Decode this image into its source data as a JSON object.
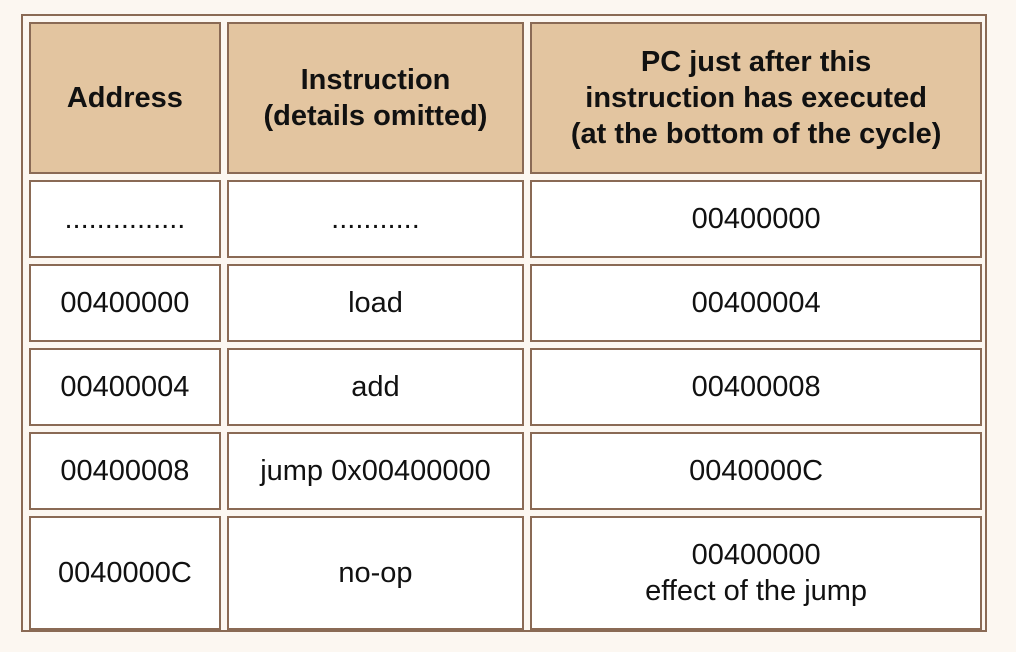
{
  "table": {
    "headers": [
      {
        "lines": [
          "Address"
        ]
      },
      {
        "lines": [
          "Instruction",
          "(details omitted)"
        ]
      },
      {
        "lines": [
          "PC just after this",
          "instruction has executed",
          "(at the bottom of the cycle)"
        ]
      }
    ],
    "rows": [
      {
        "address": "...............",
        "instruction": "...........",
        "pc_lines": [
          "00400000"
        ]
      },
      {
        "address": "00400000",
        "instruction": "load",
        "pc_lines": [
          "00400004"
        ]
      },
      {
        "address": "00400004",
        "instruction": "add",
        "pc_lines": [
          "00400008"
        ]
      },
      {
        "address": "00400008",
        "instruction": "jump 0x00400000",
        "pc_lines": [
          "0040000C"
        ]
      },
      {
        "address": "0040000C",
        "instruction": "no-op",
        "pc_lines": [
          "00400000",
          "effect of the jump"
        ]
      }
    ]
  },
  "colors": {
    "header_bg": "#e3c5a0",
    "border": "#8a6a55",
    "cell_bg": "#ffffff",
    "page_bg": "#fcf7f1"
  }
}
